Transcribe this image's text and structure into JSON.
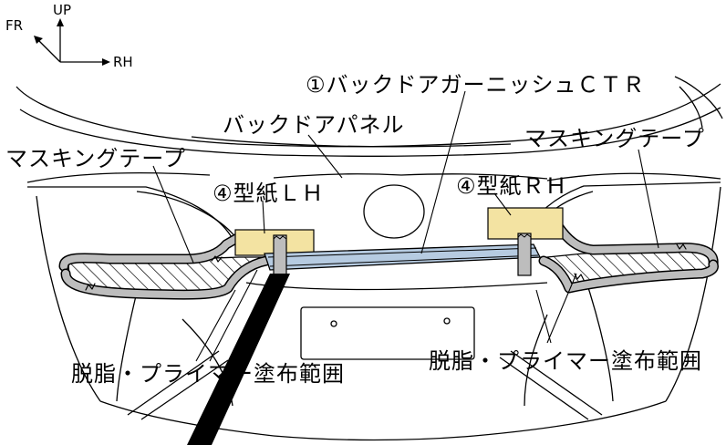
{
  "orientation": {
    "fr": "FR",
    "up": "UP",
    "rh": "RH"
  },
  "labels": {
    "garnish_ctr": "①バックドアガーニッシュＣＴＲ",
    "back_door_panel": "バックドアパネル",
    "masking_tape_left": "マスキングテープ",
    "masking_tape_right": "マスキングテープ",
    "template_lh": "④型紙ＬＨ",
    "template_rh": "④型紙ＲＨ",
    "degrease_primer_left": "脱脂・プライマー塗布範囲",
    "degrease_primer_right": "脱脂・プライマー塗布範囲"
  },
  "colors": {
    "template_paper": "#f3e3a2",
    "garnish_fill": "#b6cbe1",
    "tape_fill": "#bdbdbd",
    "line": "#000000",
    "fill_cone": "#000000"
  }
}
